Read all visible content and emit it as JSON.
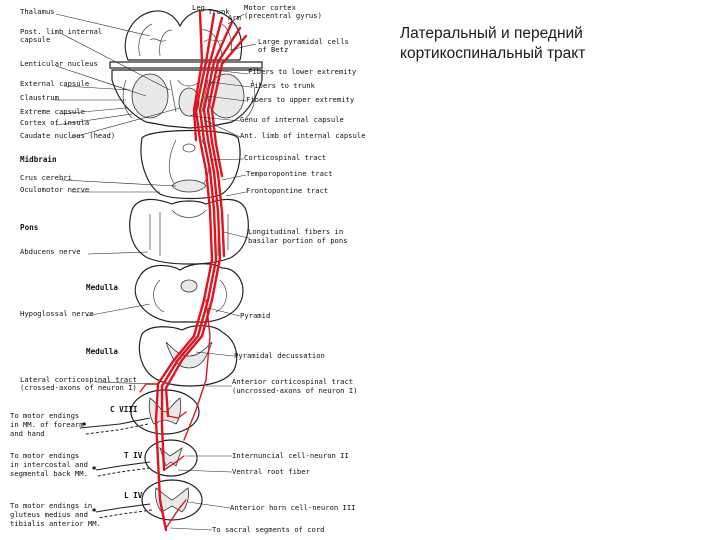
{
  "slide": {
    "title_line1": "Латеральный и передний",
    "title_line2": "кортикоспинальный тракт"
  },
  "diagram": {
    "labels_left": {
      "thalamus": "Thalamus",
      "post_limb_1": "Post. limb internal",
      "post_limb_2": "capsule",
      "lenticular": "Lenticular nucleus",
      "external_capsule": "External capsule",
      "claustrum": "Claustrum",
      "extreme_capsule": "Extreme capsule",
      "cortex_insula": "Cortex of insula",
      "caudate": "Caudate nucleus (head)",
      "midbrain": "Midbrain",
      "crus": "Crus cerebri",
      "oculomotor": "Oculomotor nerve",
      "pons": "Pons",
      "abducens": "Abducens nerve",
      "medulla_1": "Medulla",
      "hypoglossal": "Hypoglossal nerve",
      "medulla_2": "Medulla",
      "lateral_cst_1": "Lateral corticospinal tract",
      "lateral_cst_2": "(crossed-axons of neuron I)",
      "motor_forearm_1": "To motor endings",
      "motor_forearm_2": "in MM. of forearm",
      "motor_forearm_3": "and hand",
      "motor_back_1": "To motor endings",
      "motor_back_2": "in intercostal and",
      "motor_back_3": "segmental back MM.",
      "motor_gluteus_1": "To motor endings in",
      "motor_gluteus_2": "gluteus medius and",
      "motor_gluteus_3": "tibialis anterior MM."
    },
    "labels_right": {
      "motor_cortex_1": "Motor cortex",
      "motor_cortex_2": "(precentral gyrus)",
      "betz_1": "Large pyramidal cells",
      "betz_2": "of Betz",
      "fibers_lower": "Fibers to lower extremity",
      "fibers_trunk": "Fibers to trunk",
      "fibers_upper": "Fibers to upper extremity",
      "genu": "Genu of internal capsule",
      "ant_limb": "Ant. limb of internal capsule",
      "corticospinal": "Corticospinal tract",
      "temporopontine": "Temporopontine tract",
      "frontopontine": "Frontopontine tract",
      "longitudinal_1": "Longitudinal fibers in",
      "longitudinal_2": "basilar portion of pons",
      "pyramid": "Pyramid",
      "decussation": "Pyramidal decussation",
      "anterior_cst_1": "Anterior corticospinal tract",
      "anterior_cst_2": "(uncrossed-axons of neuron I)",
      "internuncial": "Internuncial cell-neuron II",
      "ventral_root": "Ventral root fiber",
      "anterior_horn": "Anterior horn cell-neuron III",
      "sacral": "To sacral segments of cord"
    },
    "top_letters": {
      "leg": "Leg",
      "trunk": "Trunk",
      "arm": "Arm"
    },
    "segments": {
      "c8": "C VIII",
      "t4": "T IV",
      "l4": "L IV"
    },
    "colors": {
      "tract": "#e0141e",
      "outline": "#222222",
      "text": "#1a1a1a"
    }
  }
}
